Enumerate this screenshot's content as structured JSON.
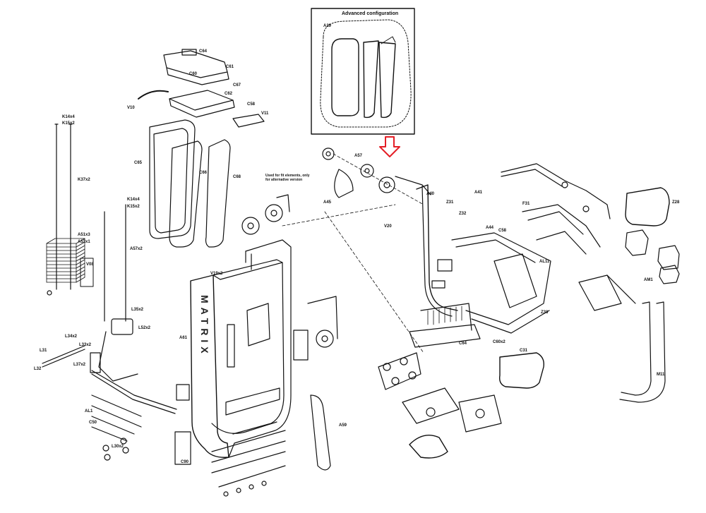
{
  "brand": "MATRIX",
  "inset": {
    "title": "Advanced configuration",
    "part": "A29"
  },
  "note": "Used for fit elements, only for alternative version",
  "labels": [
    "K14x4",
    "K15x2",
    "K37x2",
    "A51x3",
    "A53x1",
    "V08",
    "K14x4",
    "K15x2",
    "A57x2",
    "L35x2",
    "L52x2",
    "L31",
    "L32",
    "L33x2",
    "L37x2",
    "L34x2",
    "AL1",
    "C50",
    "L30x2",
    "C64",
    "V10",
    "C58",
    "C67",
    "V11",
    "C60",
    "C61",
    "C62",
    "C65",
    "C66",
    "C68",
    "V19x2",
    "A61",
    "C90",
    "A59",
    "A45",
    "A57",
    "V20",
    "A41",
    "A40",
    "Z31",
    "Z32",
    "AL11",
    "C58",
    "A44",
    "AM1",
    "F31",
    "C60x2",
    "C31",
    "Z38",
    "Z28",
    "C64",
    "M11"
  ]
}
